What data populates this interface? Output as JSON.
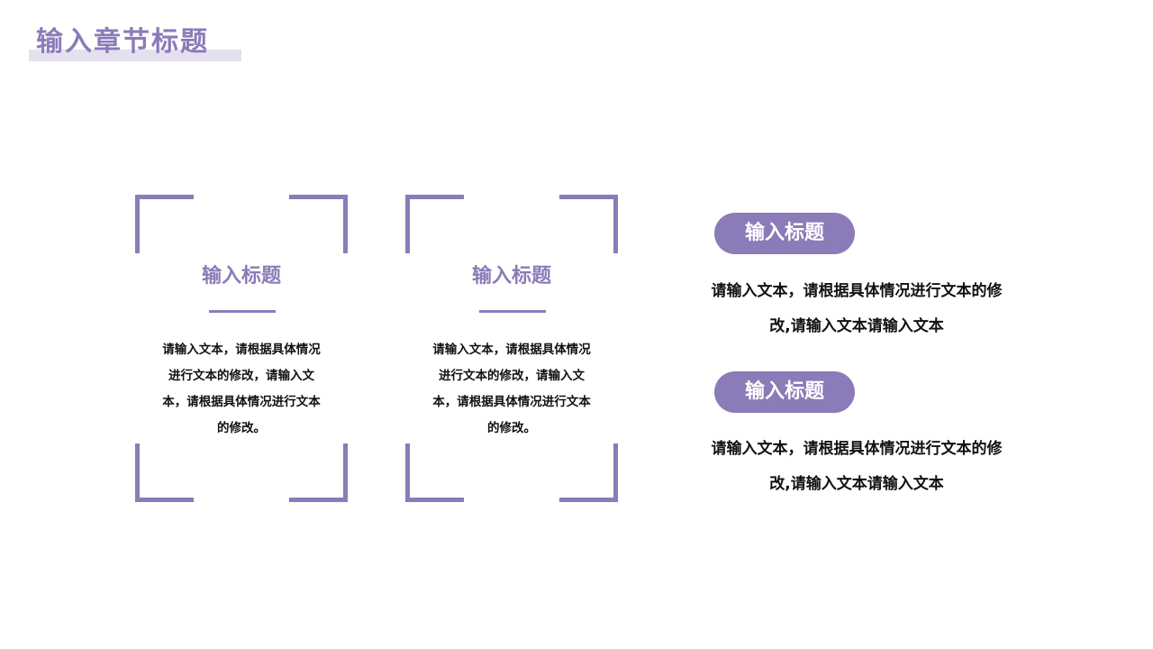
{
  "header": {
    "section_title": "输入章节标题"
  },
  "cards": [
    {
      "title": "输入标题",
      "body": "请输入文本，请根据具体情况进行文本的修改，请输入文本，请根据具体情况进行文本的修改。"
    },
    {
      "title": "输入标题",
      "body": "请输入文本，请根据具体情况进行文本的修改，请输入文本，请根据具体情况进行文本的修改。"
    }
  ],
  "items": [
    {
      "title": "输入标题",
      "text": "请输入文本，请根据具体情况进行文本的修改,请输入文本请输入文本"
    },
    {
      "title": "输入标题",
      "text": "请输入文本，请根据具体情况进行文本的修改,请输入文本请输入文本"
    }
  ],
  "colors": {
    "accent": "#8b7bb8",
    "highlight": "#e4e0ef",
    "text": "#111111"
  }
}
